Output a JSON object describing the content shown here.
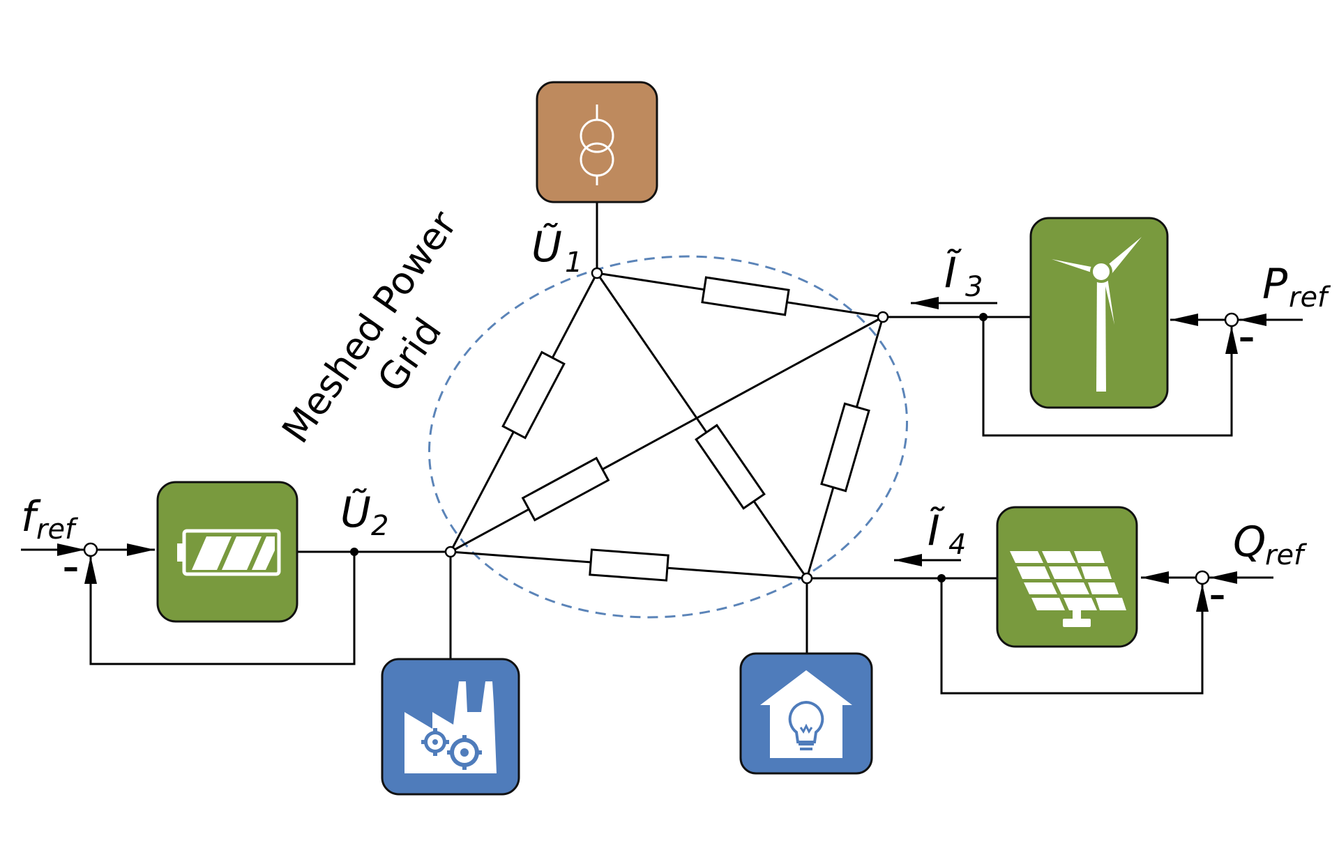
{
  "diagram": {
    "title_line1": "Meshed Power",
    "title_line2": "Grid",
    "colors": {
      "transformer": "#be8a5e",
      "generation": "#799a3e",
      "load": "#4f7cbb",
      "grid_ellipse": "#5b84b8",
      "wire": "#000000"
    },
    "labels": {
      "u1": {
        "main": "Ũ",
        "sub": "1"
      },
      "u2": {
        "main": "Ũ",
        "sub": "2"
      },
      "i3": {
        "main": "Ĩ",
        "sub": "3"
      },
      "i4": {
        "main": "Ĩ",
        "sub": "4"
      },
      "fref": {
        "main": "f",
        "sub": "ref"
      },
      "pref": {
        "main": "P",
        "sub": "ref"
      },
      "qref": {
        "main": "Q",
        "sub": "ref"
      }
    },
    "minus_sign": "–",
    "blocks": {
      "transformer": "transformer-icon",
      "wind": "wind-turbine-icon",
      "battery": "battery-icon",
      "solar": "solar-panel-icon",
      "factory": "factory-icon",
      "house": "house-lightbulb-icon"
    }
  }
}
